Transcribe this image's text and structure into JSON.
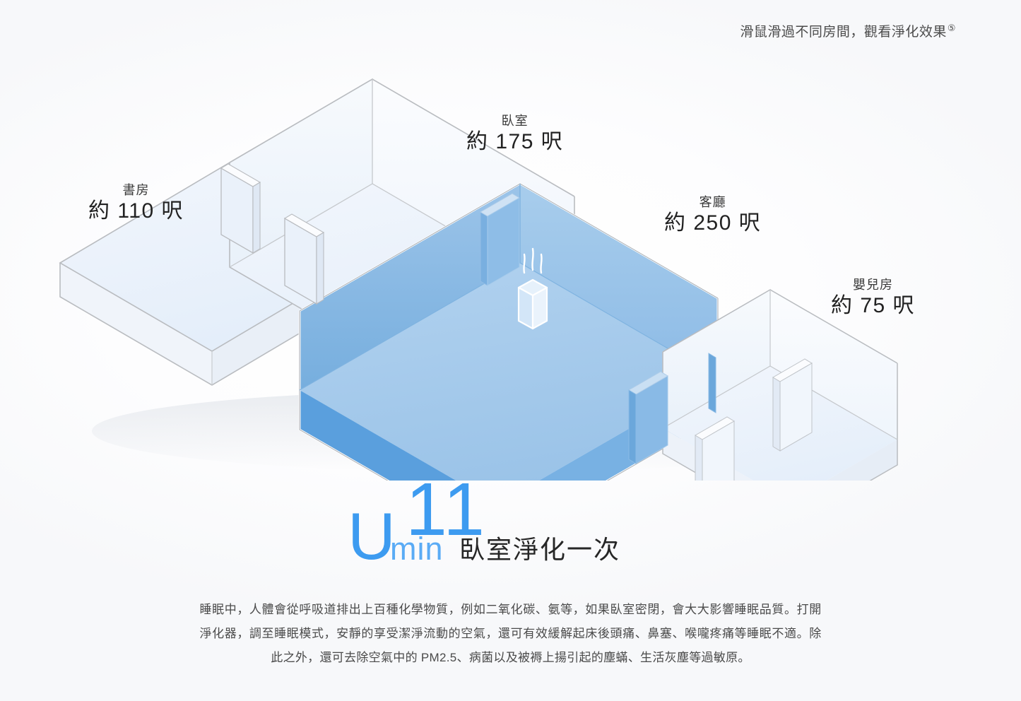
{
  "hint": {
    "text": "滑鼠滑過不同房間，觀看淨化效果",
    "footnote": "⑤"
  },
  "rooms": [
    {
      "id": "study",
      "name": "書房",
      "area": "約 110 呎",
      "state": "inactive"
    },
    {
      "id": "bedroom",
      "name": "臥室",
      "area": "約 175 呎",
      "state": "inactive"
    },
    {
      "id": "living",
      "name": "客廳",
      "area": "約 250 呎",
      "state": "active"
    },
    {
      "id": "baby",
      "name": "嬰兒房",
      "area": "約 75 呎",
      "state": "inactive"
    }
  ],
  "metric": {
    "prefix": "U",
    "value": "11",
    "unit": "min",
    "caption": "臥室淨化一次"
  },
  "description": "睡眠中，人體會從呼吸道排出上百種化學物質，例如二氧化碳、氨等，如果臥室密閉，會大大影響睡眠品質。打開淨化器，調至睡眠模式，安靜的享受潔淨流動的空氣，還可有效緩解起床後頭痛、鼻塞、喉嚨疼痛等睡眠不適。除此之外，還可去除空氣中的 PM2.5、病菌以及被褥上揚引起的塵蟎、生活灰塵等過敏原。",
  "purifier": {
    "icon": "air-purifier-icon",
    "room": "living"
  },
  "colors": {
    "accent": "#3d9bf0",
    "accent_light": "#5aabf5",
    "active_floor": "#a6cbeb",
    "active_wall_dark": "#5a9fdd",
    "active_wall_mid": "#86b9e5",
    "inactive_floor": "#eef4fb",
    "inactive_wall": "#f6f9fd",
    "outline": "#b9bcc0",
    "text": "#2b2b2b",
    "background": "#ffffff"
  }
}
